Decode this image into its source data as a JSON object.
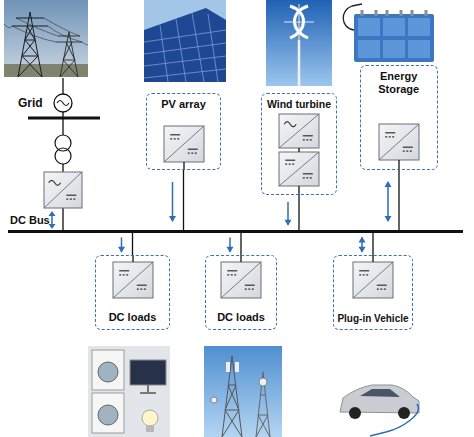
{
  "diagram": {
    "nodes": [
      {
        "text": [
          "PV array"
        ]
      },
      {
        "text": [
          "Wind turbine"
        ]
      },
      {
        "text": [
          "Energy Storage"
        ]
      },
      {
        "text": [
          "DC Bus"
        ]
      },
      {
        "text": [
          "DC loads"
        ]
      },
      {
        "text": [
          "DC loads"
        ]
      },
      {
        "text": [
          "Plug-in Vehicle"
        ]
      }
    ],
    "edges": [
      {
        "from": 0,
        "to": 3,
        "arrow": "to"
      },
      {
        "from": 1,
        "to": 3,
        "arrow": "to"
      },
      {
        "from": 2,
        "to": 3,
        "arrow": "both"
      },
      {
        "from": 3,
        "to": 4,
        "arrow": "to"
      },
      {
        "from": 3,
        "to": 5,
        "arrow": "to"
      },
      {
        "from": 3,
        "to": 6,
        "arrow": "both"
      }
    ],
    "labels": [
      "Grid"
    ]
  }
}
